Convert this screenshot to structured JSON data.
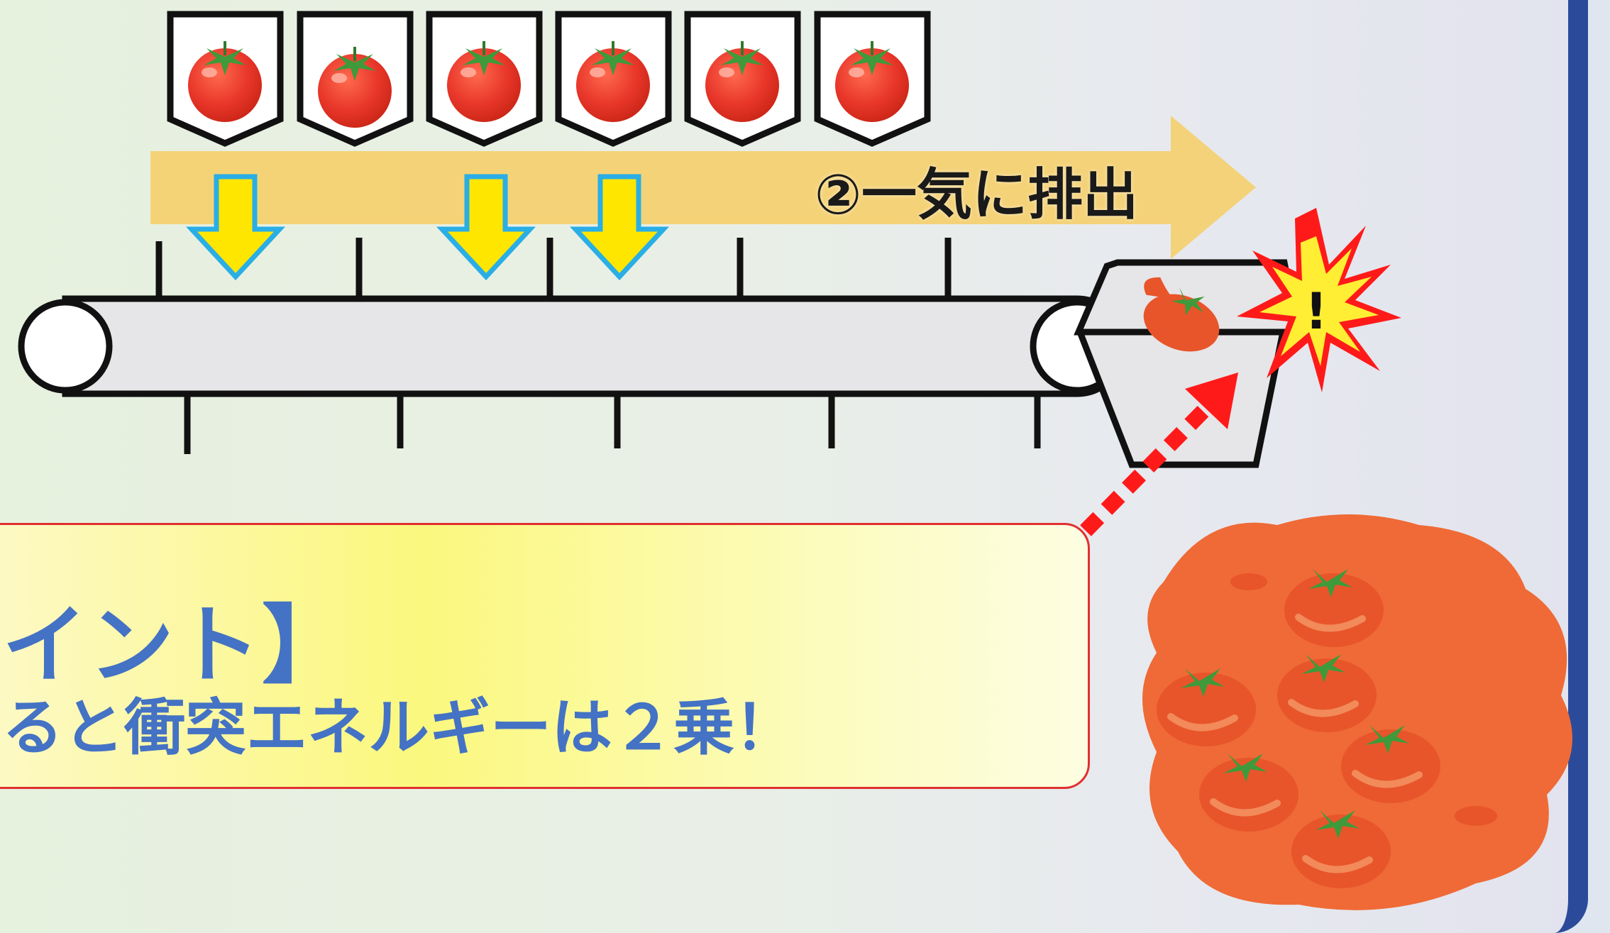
{
  "step_label": "②一気に排出",
  "point": {
    "title": "イント】",
    "body": "ると衝突エネルギーは２乗！"
  },
  "warning_mark": "!",
  "colors": {
    "flow_arrow": "#f5cf6b",
    "drop_arrow_fill": "#ffe600",
    "drop_arrow_outline": "#29aee6",
    "point_text": "#4472c4",
    "point_border": "#e03030",
    "tomato": "#e8362a",
    "crushed_tomato": "#e8622a",
    "impact_arrow": "#ff1a1a",
    "frame_border": "#2b4b9a"
  },
  "icons": [
    "tomato-icon",
    "drop-arrow-icon",
    "flow-arrow-icon",
    "explosion-icon",
    "crushed-tomato-icon",
    "conveyor-belt-icon",
    "collection-bin-icon"
  ]
}
